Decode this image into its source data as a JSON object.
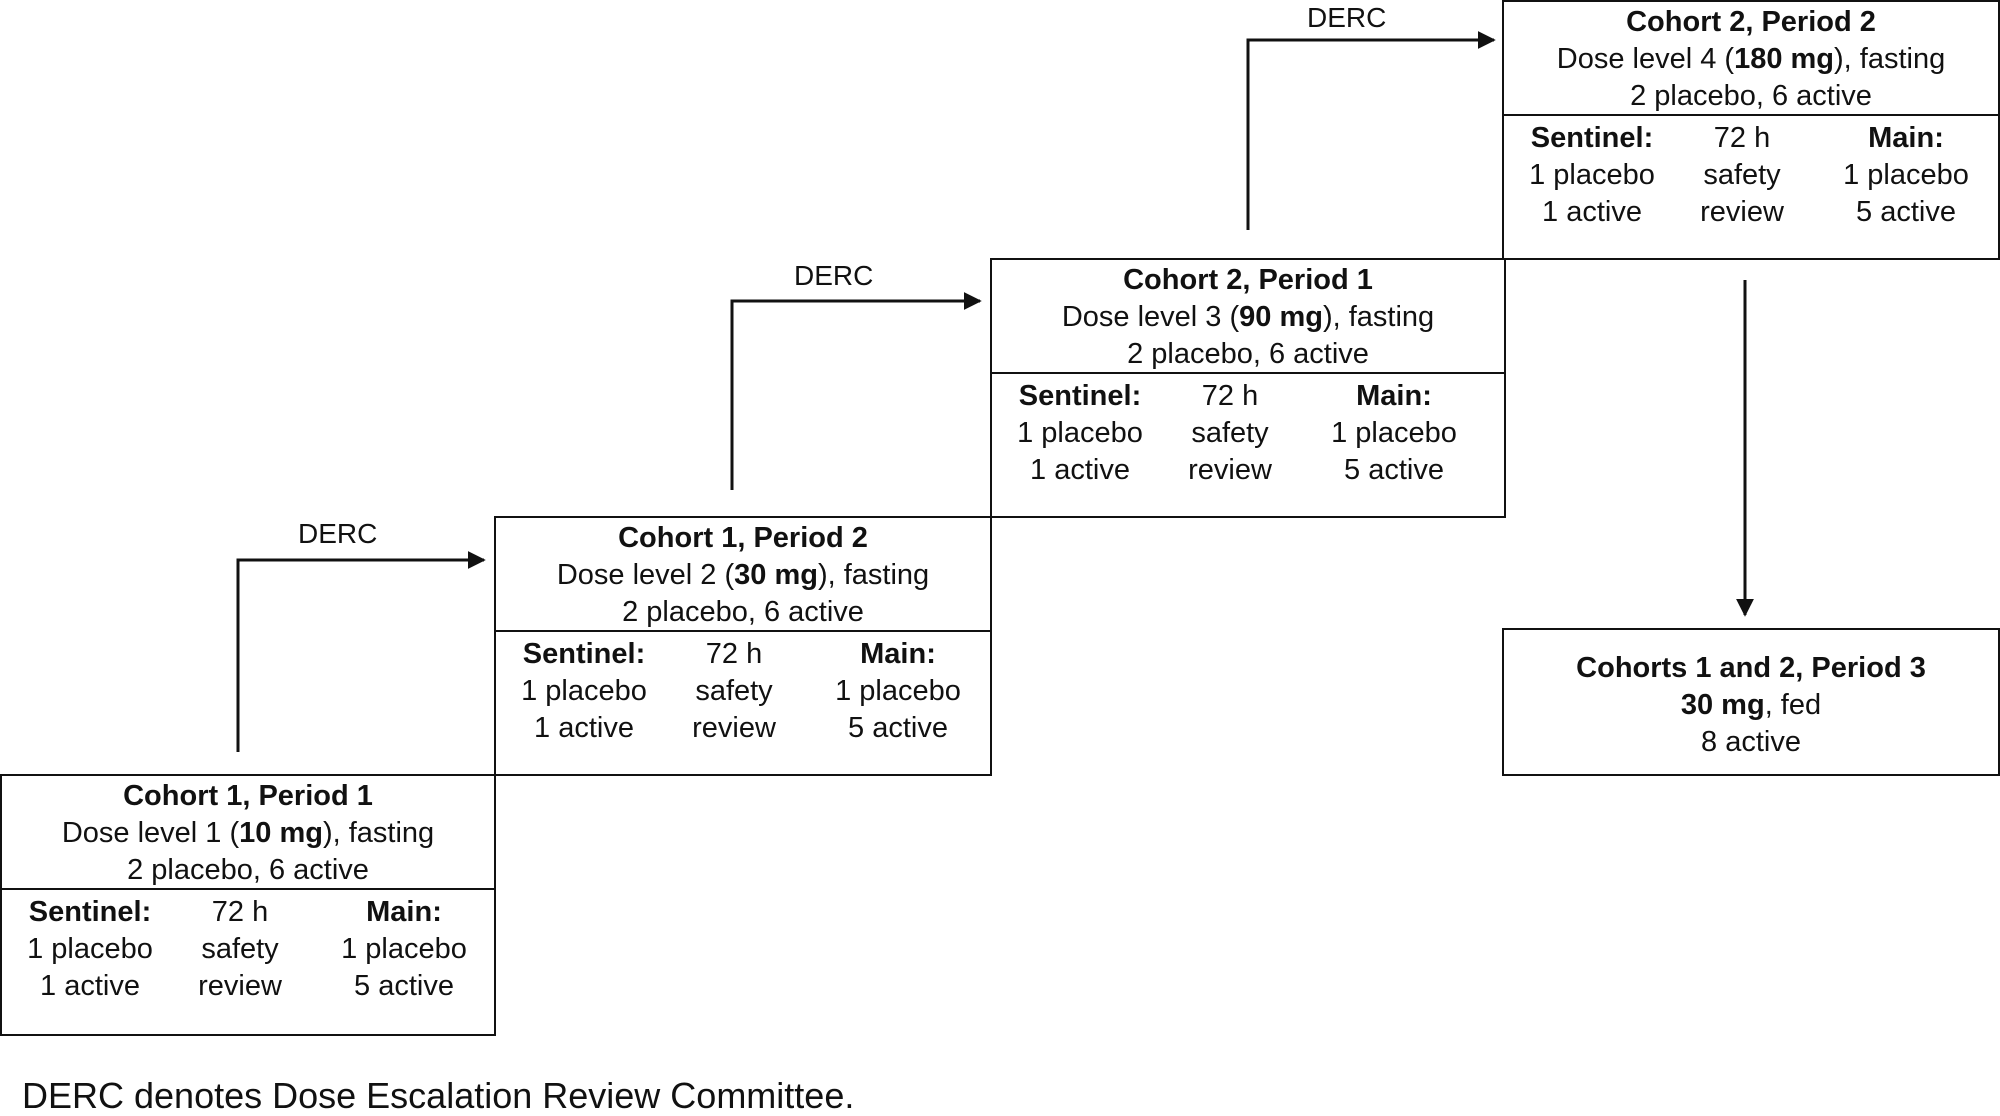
{
  "connector_label": "DERC",
  "cohorts": [
    {
      "title": "Cohort 1, Period 1",
      "dose_prefix": "Dose level 1 (",
      "dose_bold": "10 mg",
      "dose_suffix": "), fasting",
      "allocation": "2 placebo, 6 active",
      "sentinel_label": "Sentinel:",
      "sentinel_placebo": "1 placebo",
      "sentinel_active": "1 active",
      "review_line1": "72 h",
      "review_line2": "safety",
      "review_line3": "review",
      "main_label": "Main:",
      "main_placebo": "1 placebo",
      "main_active": "5 active"
    },
    {
      "title": "Cohort 1, Period 2",
      "dose_prefix": "Dose level 2 (",
      "dose_bold": "30 mg",
      "dose_suffix": "), fasting",
      "allocation": "2 placebo, 6 active",
      "sentinel_label": "Sentinel:",
      "sentinel_placebo": "1 placebo",
      "sentinel_active": "1 active",
      "review_line1": "72 h",
      "review_line2": "safety",
      "review_line3": "review",
      "main_label": "Main:",
      "main_placebo": "1 placebo",
      "main_active": "5 active"
    },
    {
      "title": "Cohort 2, Period 1",
      "dose_prefix": "Dose level 3 (",
      "dose_bold": "90 mg",
      "dose_suffix": "), fasting",
      "allocation": "2 placebo, 6 active",
      "sentinel_label": "Sentinel:",
      "sentinel_placebo": "1 placebo",
      "sentinel_active": "1 active",
      "review_line1": "72 h",
      "review_line2": "safety",
      "review_line3": "review",
      "main_label": "Main:",
      "main_placebo": "1 placebo",
      "main_active": "5 active"
    },
    {
      "title": "Cohort 2, Period 2",
      "dose_prefix": "Dose level 4 (",
      "dose_bold": "180 mg",
      "dose_suffix": "), fasting",
      "allocation": "2 placebo, 6 active",
      "sentinel_label": "Sentinel:",
      "sentinel_placebo": "1 placebo",
      "sentinel_active": "1 active",
      "review_line1": "72 h",
      "review_line2": "safety",
      "review_line3": "review",
      "main_label": "Main:",
      "main_placebo": "1 placebo",
      "main_active": "5 active"
    }
  ],
  "final": {
    "title": "Cohorts 1 and 2, Period 3",
    "dose_bold": "30 mg",
    "dose_suffix": ", fed",
    "allocation": "8 active"
  },
  "footnote": "DERC denotes Dose Escalation Review Committee."
}
